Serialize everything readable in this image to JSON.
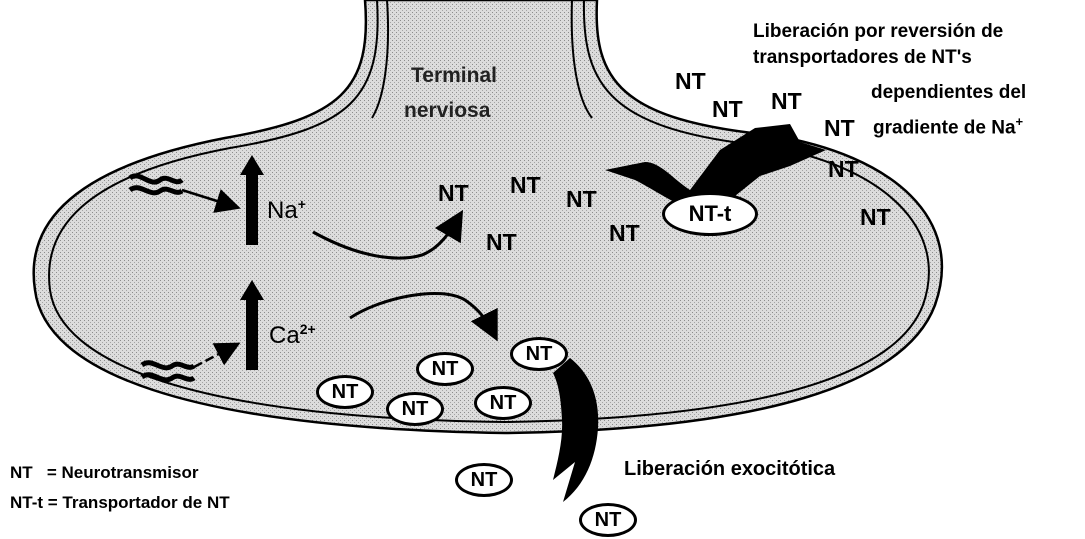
{
  "terminal_label": [
    "Terminal",
    "nerviosa"
  ],
  "ions": {
    "sodium": {
      "symbol": "Na",
      "charge": "+"
    },
    "calcium": {
      "symbol": "Ca",
      "charge": "2+"
    }
  },
  "nt": "NT",
  "transporter": "NT-t",
  "reversal_text": {
    "line1": "Liberación por reversión de",
    "line2": "transportadores de NT's",
    "line3": "dependientes del",
    "line4": "gradiente de Na",
    "line4_sup": "+"
  },
  "exocytosis_text": "Liberación exocitótica",
  "legend": {
    "line1": "NT   = Neurotransmisor",
    "line2": "NT-t = Transportador de NT"
  }
}
